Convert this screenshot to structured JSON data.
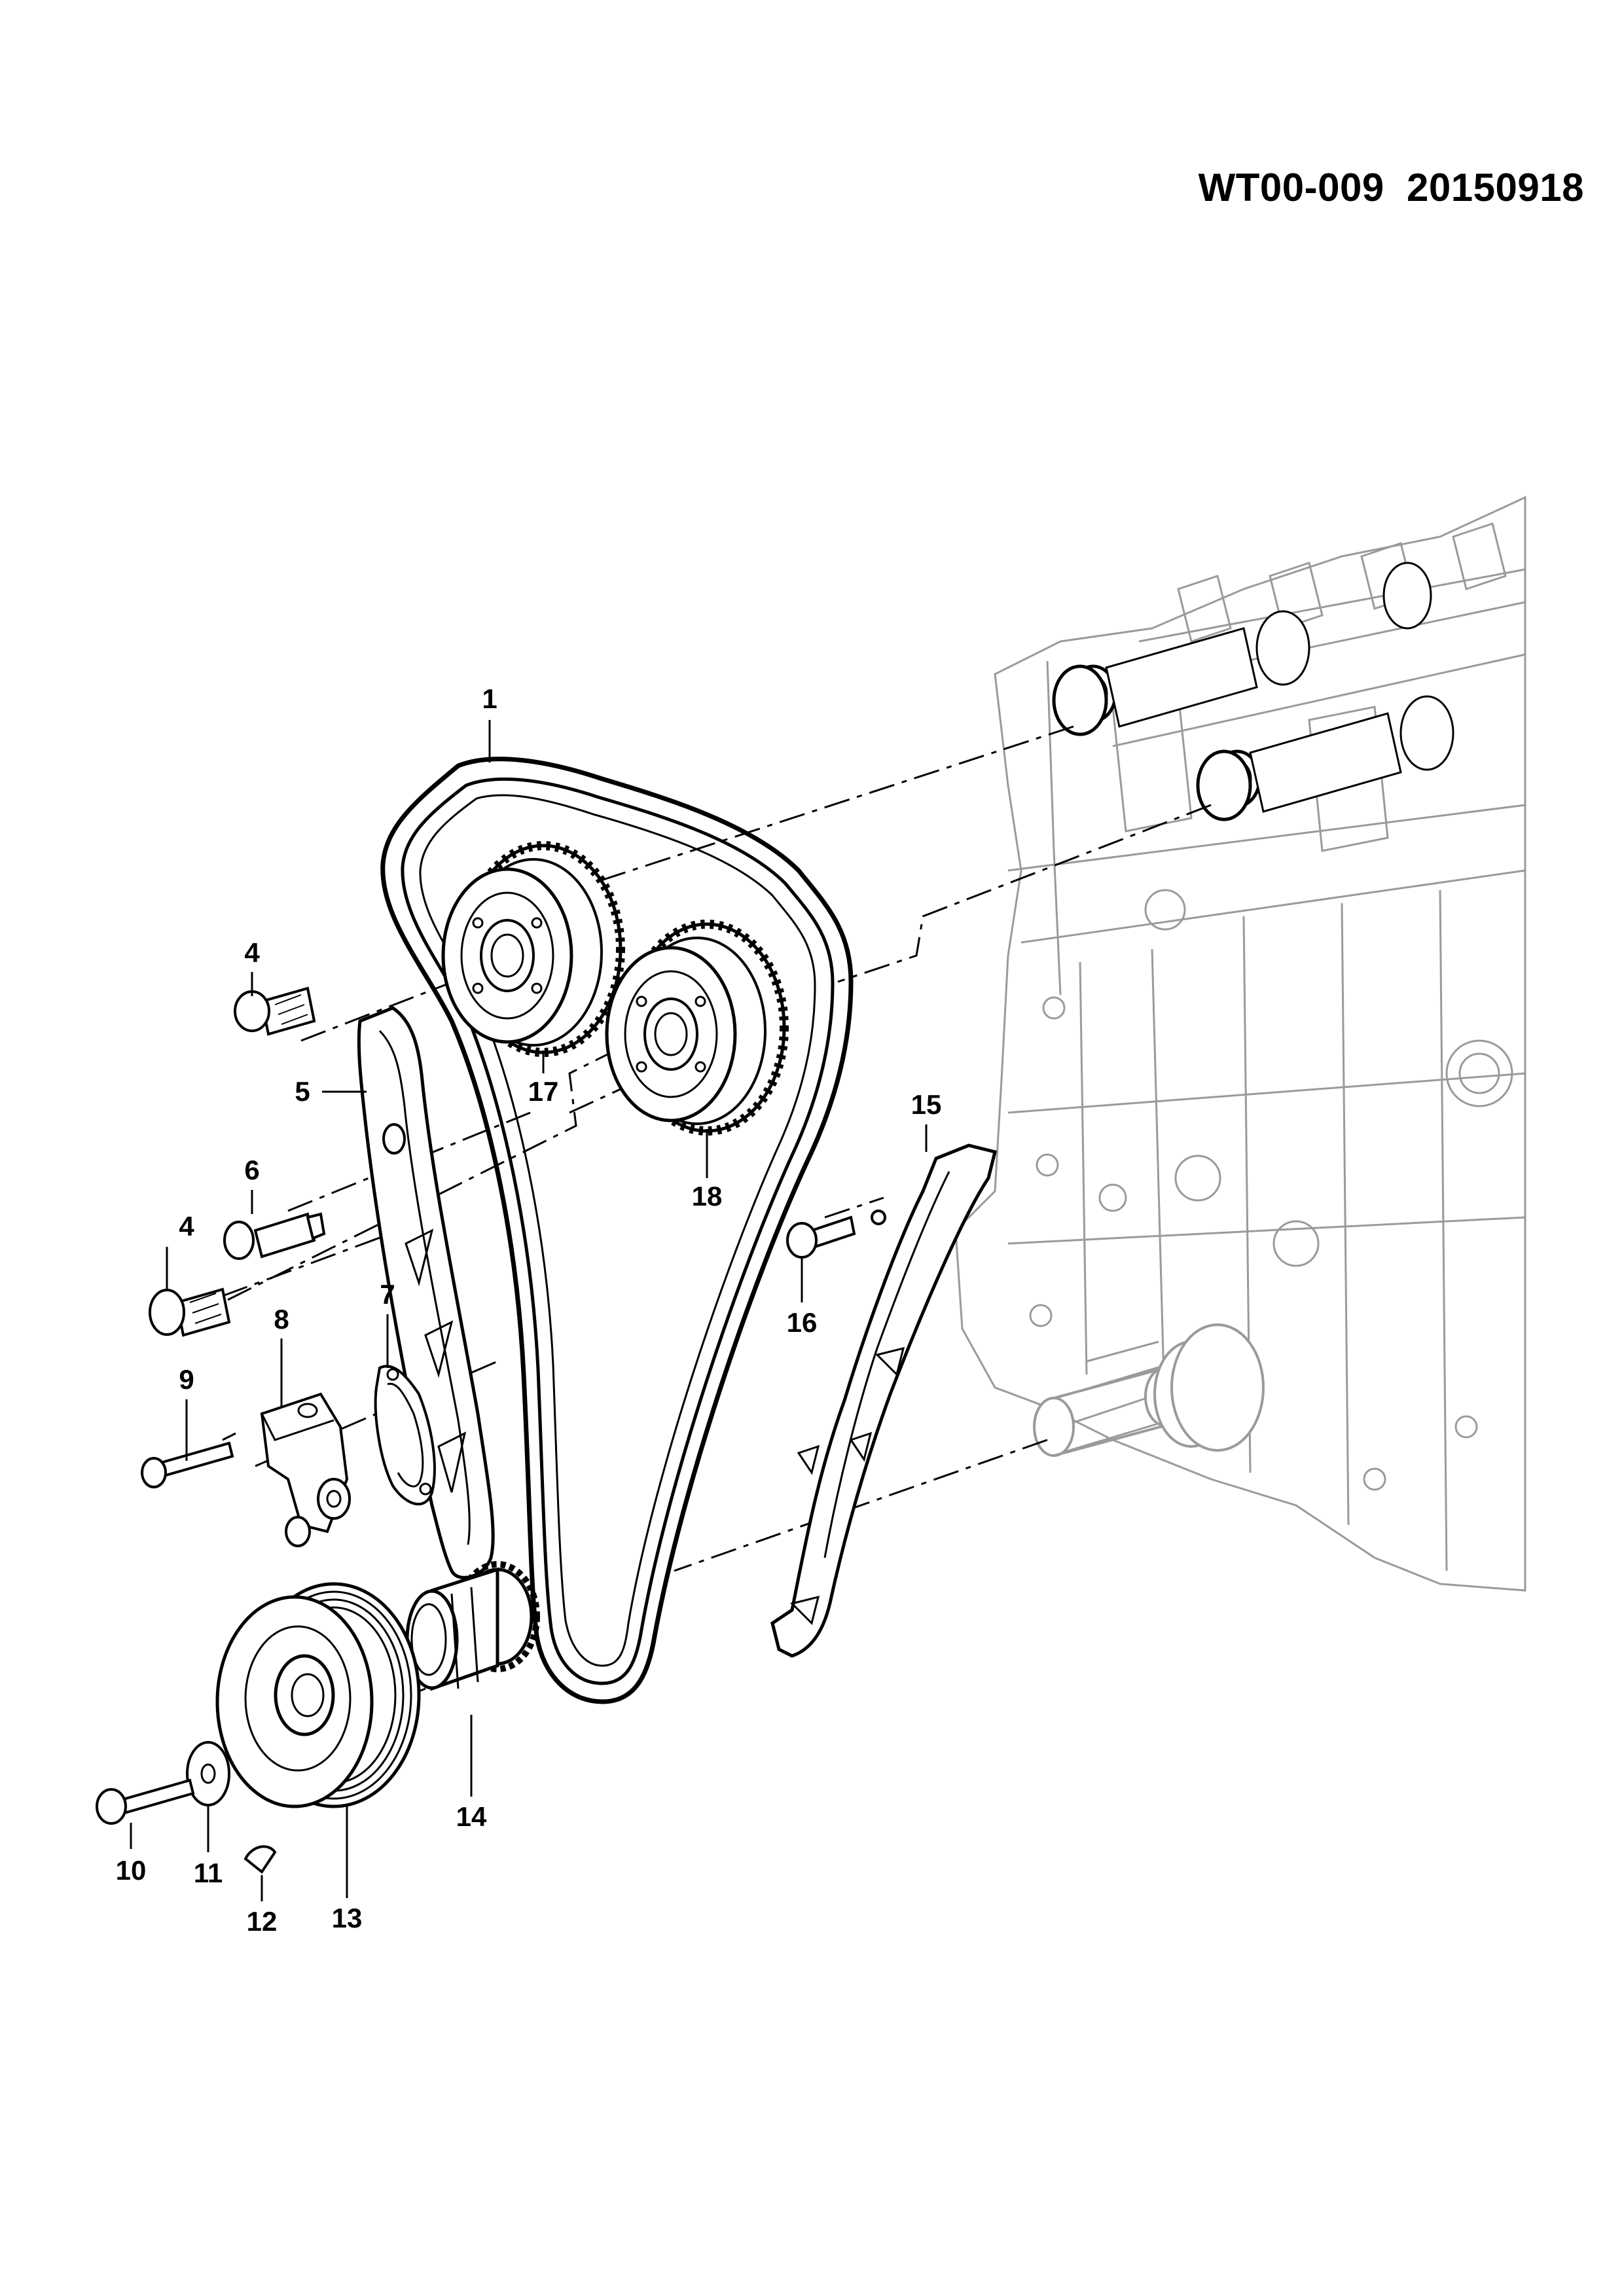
{
  "document": {
    "code": "WT00-009",
    "date": "20150918"
  },
  "callouts": [
    {
      "id": "c1",
      "label": "1"
    },
    {
      "id": "c4a",
      "label": "4"
    },
    {
      "id": "c5",
      "label": "5"
    },
    {
      "id": "c17",
      "label": "17"
    },
    {
      "id": "c6",
      "label": "6"
    },
    {
      "id": "c18",
      "label": "18"
    },
    {
      "id": "c15",
      "label": "15"
    },
    {
      "id": "c4b",
      "label": "4"
    },
    {
      "id": "c7",
      "label": "7"
    },
    {
      "id": "c8",
      "label": "8"
    },
    {
      "id": "c16",
      "label": "16"
    },
    {
      "id": "c9",
      "label": "9"
    },
    {
      "id": "c14",
      "label": "14"
    },
    {
      "id": "c10",
      "label": "10"
    },
    {
      "id": "c11",
      "label": "11"
    },
    {
      "id": "c12",
      "label": "12"
    },
    {
      "id": "c13",
      "label": "13"
    }
  ],
  "colors": {
    "linework": "#000000",
    "engine_block_ghost": "#9a9a9a",
    "background": "#ffffff"
  }
}
